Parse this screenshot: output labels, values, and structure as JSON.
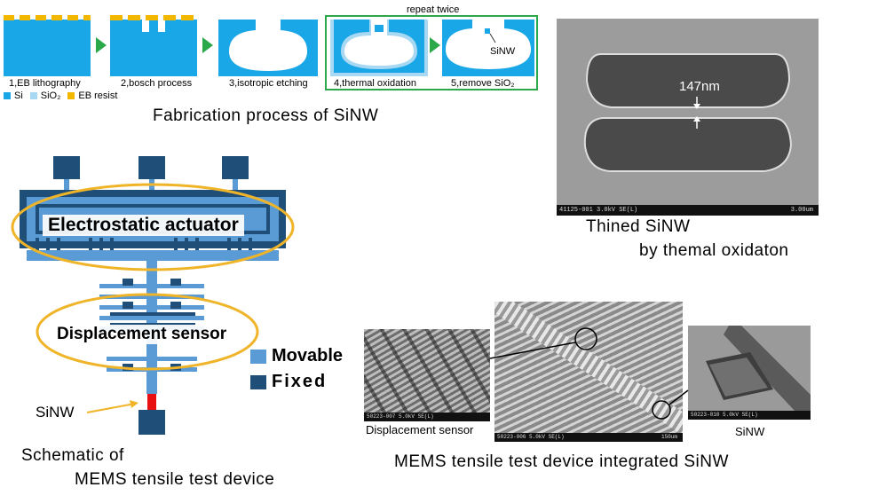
{
  "fabrication": {
    "repeat_note": "repeat twice",
    "steps": [
      "1,EB lithography",
      "2,bosch process",
      "3,isotropic etching",
      "4,thermal oxidation",
      "5,remove SiO₂"
    ],
    "legend": {
      "si": "Si",
      "sio2": "SiO₂",
      "resist": "EB resist"
    },
    "sinw_label": "SiNW",
    "caption": "Fabrication process of SiNW"
  },
  "thinned": {
    "measure": "147nm",
    "sem_bar_left": "41125-001 3.0kV SE(L)",
    "sem_bar_right": "3.00um",
    "caption_line1": "Thined SiNW",
    "caption_line2": "by themal oxidaton"
  },
  "schematic": {
    "actuator_label": "Electrostatic actuator",
    "sensor_label": "Displacement sensor",
    "sinw_label": "SiNW",
    "legend_movable": "Movable",
    "legend_fixed": "Fixed",
    "caption_line1": "Schematic of",
    "caption_line2": "MEMS tensile test device"
  },
  "integrated": {
    "displacement_label": "Displacement sensor",
    "sinw_label": "SiNW",
    "sem_left_bar": "50223-007 5.0kV SE(L)",
    "sem_center_bar": "50223-006 5.0kV SE(L)",
    "sem_center_scale": "150um",
    "sem_right_bar": "50223-010 5.0kV SE(L)",
    "caption": "MEMS tensile test device integrated SiNW"
  },
  "colors": {
    "si": "#1aa7e8",
    "sio2": "#a8d8f2",
    "resist": "#f2b800",
    "movable": "#5b9bd5",
    "fixed": "#1f4e79",
    "ellipse": "#f0b429",
    "green_frame": "#2aa84a",
    "sinw_red": "#e81010"
  }
}
